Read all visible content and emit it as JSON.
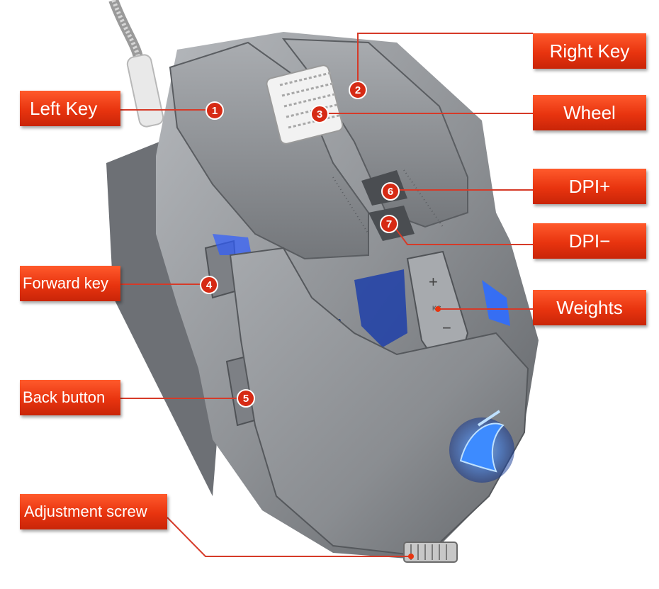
{
  "labels": {
    "left_key": "Left Key",
    "right_key": "Right Key",
    "wheel": "Wheel",
    "dpi_plus": "DPI+",
    "dpi_minus": "DPI−",
    "forward_key": "Forward key",
    "weights": "Weights",
    "back_button": "Back button",
    "adjustment_screw": "Adjustment screw"
  },
  "markers": {
    "m1": "1",
    "m2": "2",
    "m3": "3",
    "m4": "4",
    "m5": "5",
    "m6": "6",
    "m7": "7"
  },
  "device": {
    "plus_symbol": "+",
    "minus_symbol": "−",
    "kg_symbol": "KG"
  },
  "colors": {
    "label_red": "#e8340f",
    "marker_red": "#d62a14",
    "leader_red": "#d63a28",
    "body_gray": "#8e9196",
    "led_blue": "#2f7dff"
  }
}
